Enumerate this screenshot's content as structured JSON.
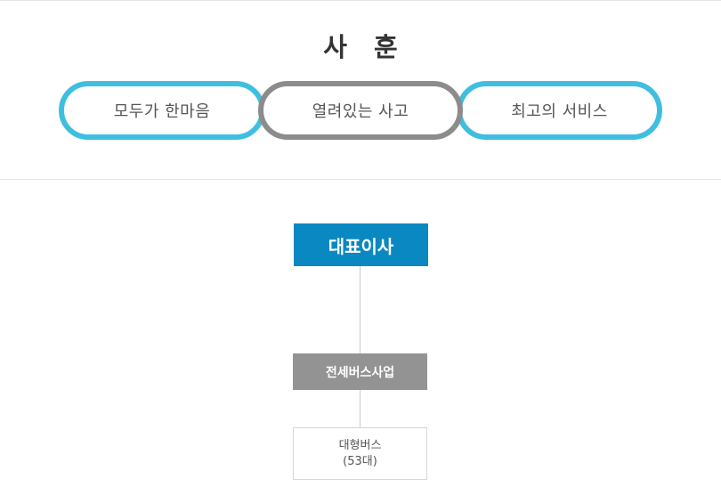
{
  "motto": {
    "title": "사 훈",
    "items": [
      {
        "label": "모두가 한마음",
        "accent": "#3fbfe0"
      },
      {
        "label": "열려있는 사고",
        "accent": "#8c8c8c"
      },
      {
        "label": "최고의 서비스",
        "accent": "#3fbfe0"
      }
    ]
  },
  "org_chart": {
    "ceo": {
      "label": "대표이사",
      "color": "#0a88c1"
    },
    "division": {
      "label": "전세버스사업",
      "color": "#939393"
    },
    "unit": {
      "name": "대형버스",
      "detail": "(53대)"
    }
  }
}
